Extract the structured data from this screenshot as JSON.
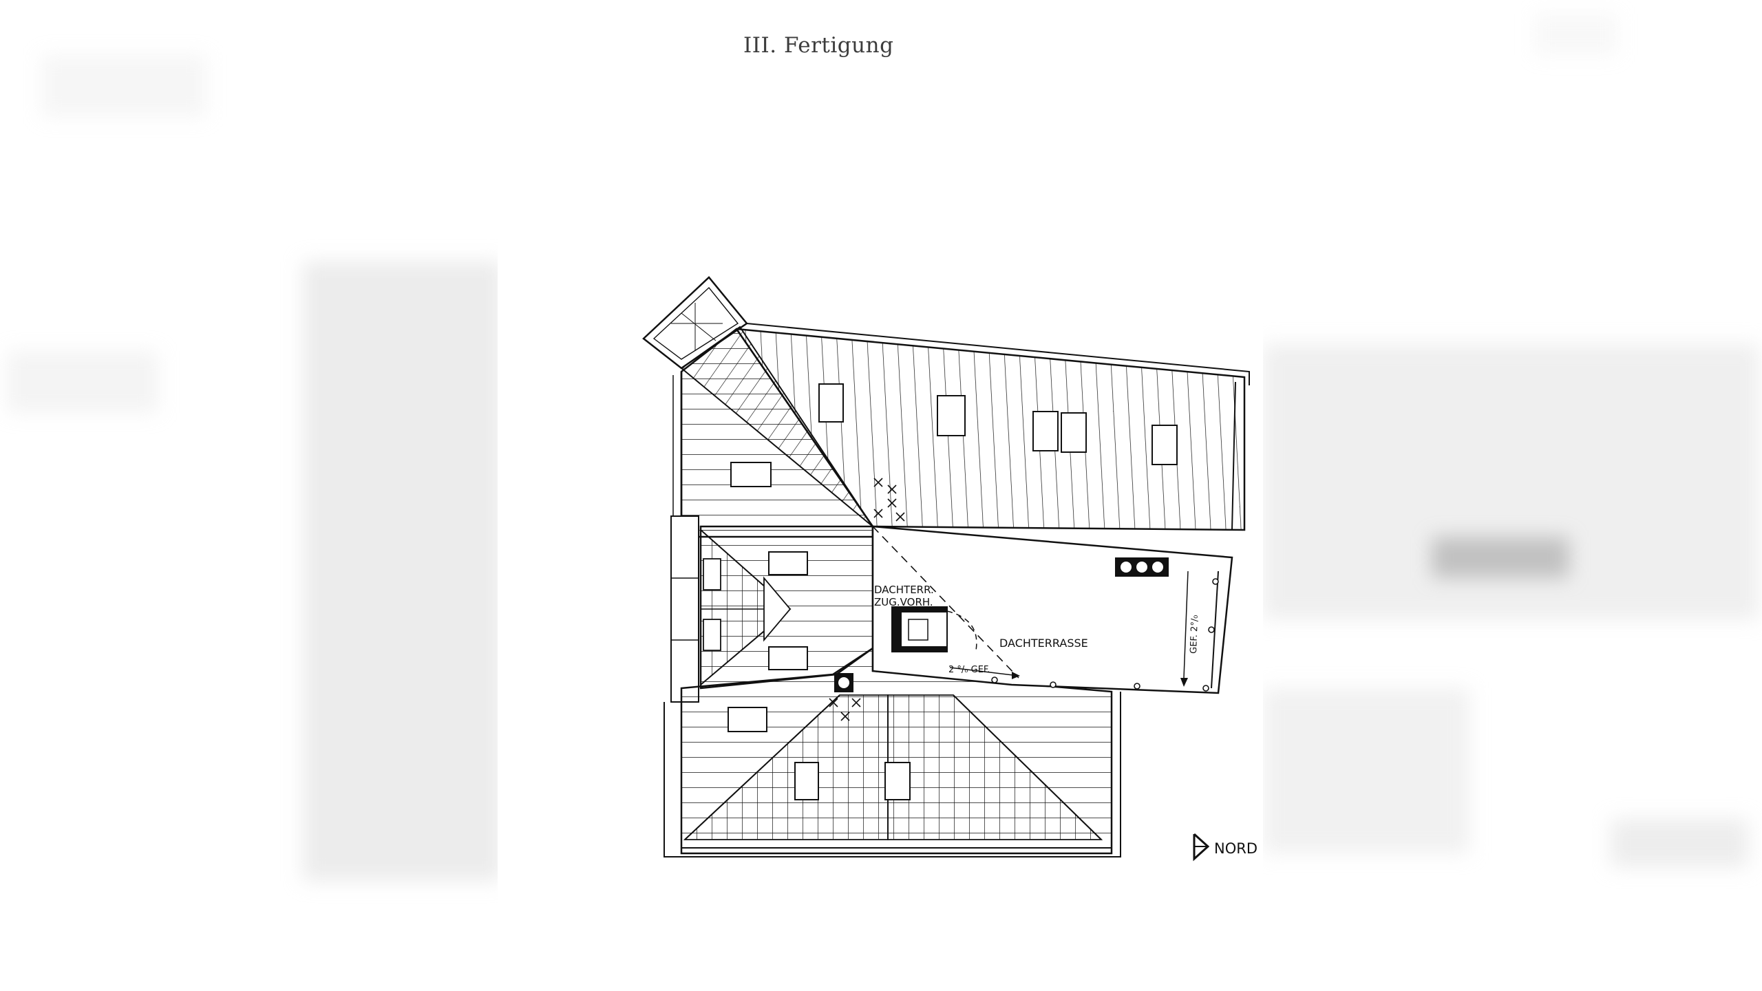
{
  "page_title": "III. Fertigung",
  "plan": {
    "terrace_access_line1": "DACHTERR.",
    "terrace_access_line2": "ZUG.VORH.",
    "roof_terrace": "DACHTERRASSE",
    "slope_bottom": "2 °/₀ GEF.",
    "slope_right": "GEF. 2°/₀",
    "north": "NORD"
  },
  "colors": {
    "ink": "#111111",
    "paper": "#ffffff",
    "title": "#3c3c3c"
  },
  "icons": {
    "north_arrow": "north-arrow-icon",
    "vent": "vent-icon"
  }
}
